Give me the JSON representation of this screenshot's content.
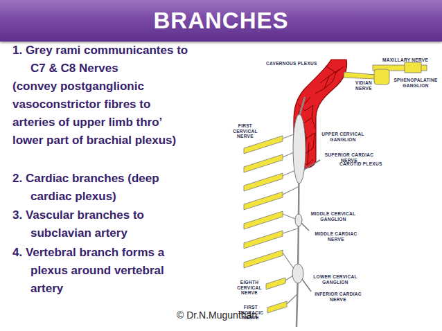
{
  "diagram": {
    "title": "BRANCHES",
    "labels": [
      "1. Grey rami communicantes to C7 & C8 Nerves",
      "(convey postganglionic vasoconstrictor fibres to arteries of upper limb thro’ lower part of brachial plexus)",
      "2. Cardiac branches (deep cardiac plexus)",
      "3. Vascular branches to subclavian artery",
      "4. Vertebral branch forms a plexus around vertebral artery",
      "CAVERNOUS PLEXUS",
      "MAXILLARY NERVE",
      "VIDIAN NERVE",
      "SPHENOPALATINE GANGLION",
      "CAROTID PLEXUS",
      "FIRST CERVICAL NERVE",
      "UPPER CERVICAL GANGLION",
      "SUPERIOR CARDIAC NERVE",
      "MIDDLE CERVICAL GANGLION",
      "MIDDLE CARDIAC NERVE",
      "EIGHTH CERVICAL NERVE",
      "LOWER CERVICAL GANGLION",
      "INFERIOR CARDIAC NERVE",
      "FIRST THORACIC NERVE",
      "© Dr.N.Mugunthan"
    ]
  }
}
